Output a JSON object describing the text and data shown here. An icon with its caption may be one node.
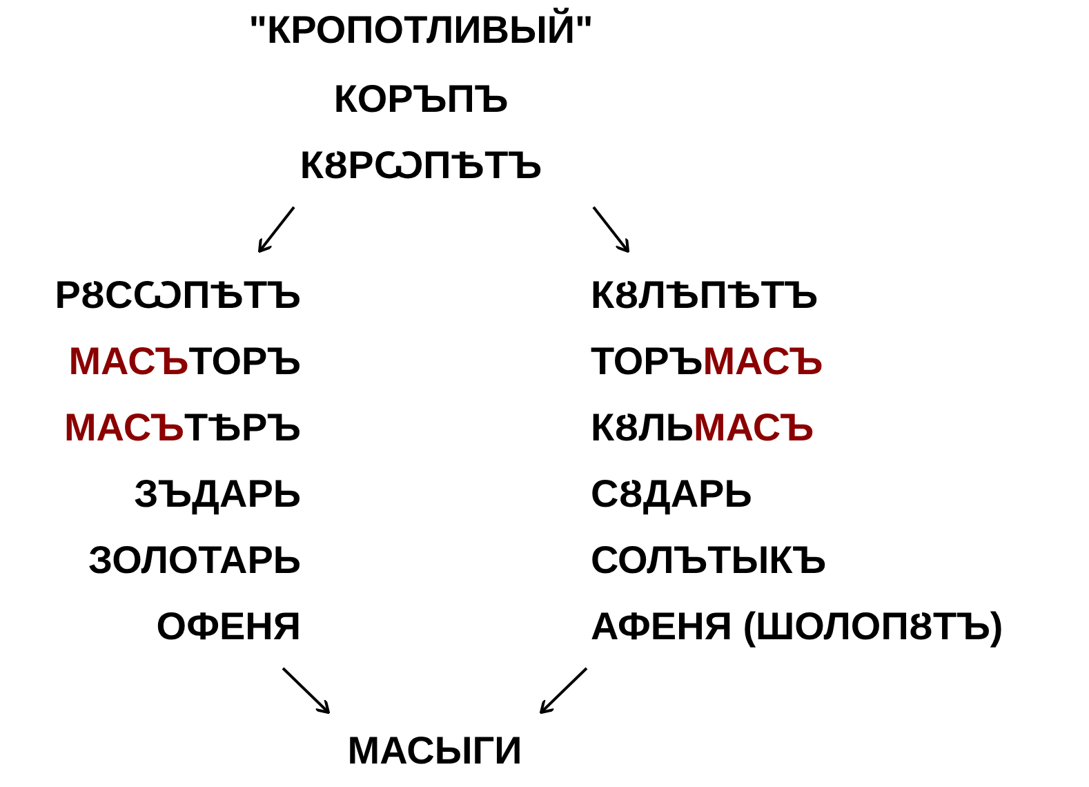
{
  "diagram": {
    "nodes": [
      {
        "text": [
          "\"КРОПОТЛИВЫЙ\"",
          "КОРЪПЪ",
          "КȢРѠПѢТЪ"
        ]
      },
      {
        "text": [
          "РȢСѠПѢТЪ",
          "**МАСЪ**ТОРЪ",
          "**МАСЪ**ТѢРЪ",
          "ЗЪДАРЬ",
          "ЗОЛОТАРЬ",
          "ОФЕНЯ"
        ]
      },
      {
        "text": [
          "КȢЛѢПѢТЪ",
          "ТОРЪ**МАСЪ**",
          "КȢЛЬ**МАСЪ**",
          "СȢДАРЬ",
          "СОЛЪТЫКЪ",
          "АФЕНЯ (ШОЛОПȢТЪ)"
        ]
      },
      {
        "text": [
          "МАСЫГИ"
        ]
      }
    ],
    "edges": [
      {
        "from": 0,
        "to": 1,
        "arrow": "to"
      },
      {
        "from": 0,
        "to": 2,
        "arrow": "to"
      },
      {
        "from": 1,
        "to": 3,
        "arrow": "to"
      },
      {
        "from": 2,
        "to": 3,
        "arrow": "to"
      }
    ]
  }
}
